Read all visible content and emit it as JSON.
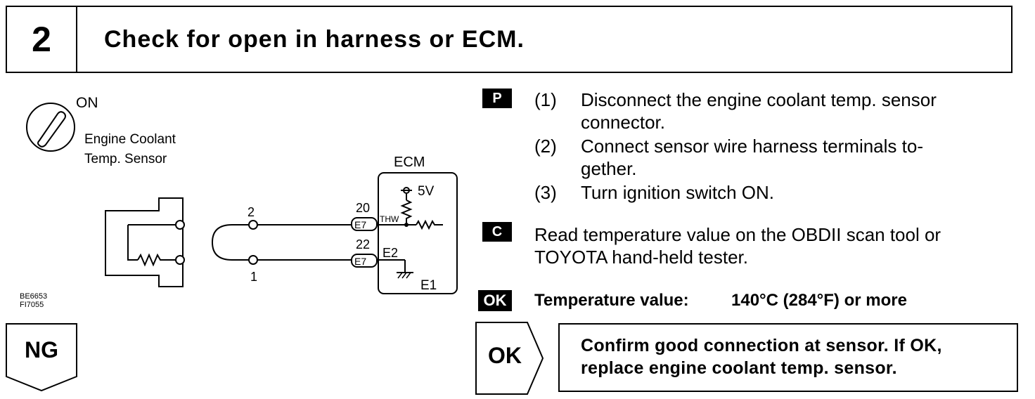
{
  "header": {
    "step_number": "2",
    "title": "Check for open in harness or ECM."
  },
  "diagram": {
    "ignition_label": "ON",
    "sensor_label_line1": "Engine Coolant",
    "sensor_label_line2": "Temp. Sensor",
    "ecm_label": "ECM",
    "voltage_label": "5V",
    "pin_2": "2",
    "pin_1": "1",
    "terminal_20": "20",
    "terminal_22": "22",
    "connector_top": "E7",
    "connector_bottom": "E7",
    "signal_thw": "THW",
    "signal_e2": "E2",
    "ground_e1": "E1"
  },
  "figure_codes": {
    "code1": "BE6653",
    "code2": "FI7055"
  },
  "ng": {
    "label": "NG"
  },
  "procedure": {
    "p_tag": "P",
    "steps": [
      {
        "num": "(1)",
        "line1": "Disconnect the engine coolant temp. sensor",
        "line2": "connector."
      },
      {
        "num": "(2)",
        "line1": "Connect sensor wire harness terminals to-",
        "line2": "gether."
      },
      {
        "num": "(3)",
        "line1": "Turn ignition switch ON.",
        "line2": ""
      }
    ],
    "c_tag": "C",
    "check_line1": "Read temperature value on the OBDII scan tool or",
    "check_line2": "TOYOTA hand-held tester.",
    "ok_tag": "OK",
    "spec_label": "Temperature value:",
    "spec_value": "140°C (284°F) or more"
  },
  "ok_result": {
    "label": "OK",
    "line1": "Confirm good connection at sensor. If OK,",
    "line2": "replace engine coolant temp. sensor."
  }
}
